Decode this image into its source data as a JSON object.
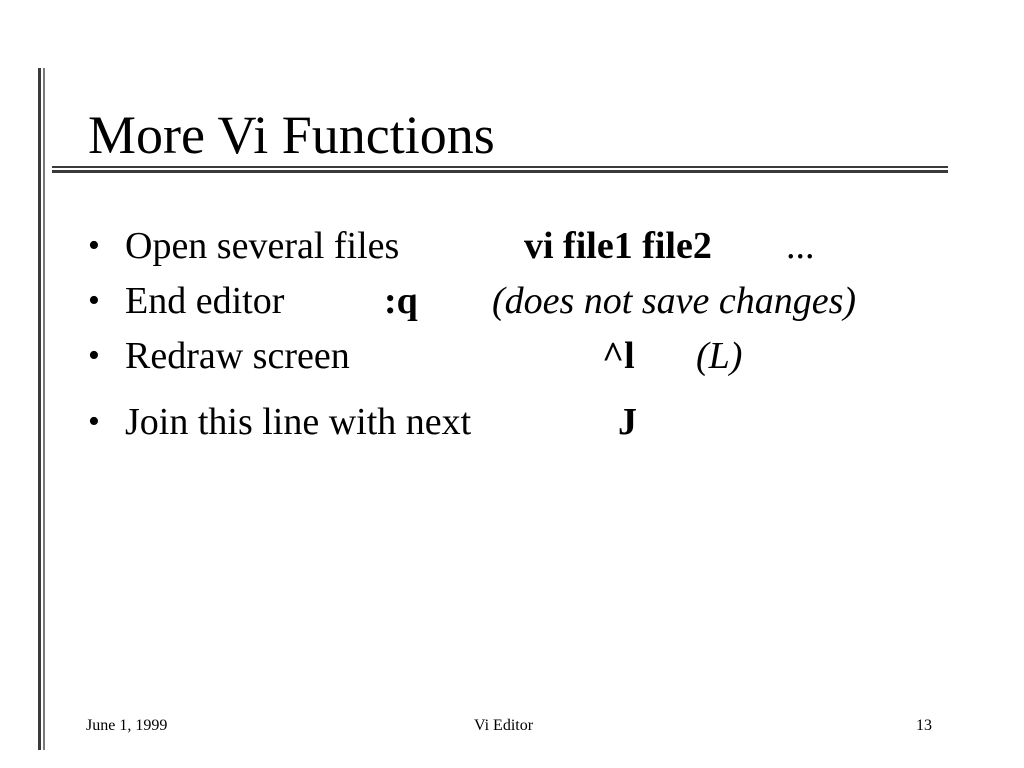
{
  "slide": {
    "title": "More Vi Functions",
    "bullets": [
      {
        "label": "Open several files",
        "command": "vi  file1  file2",
        "suffix": "..."
      },
      {
        "label": "End editor",
        "command": ":q",
        "note": "(does not save changes)"
      },
      {
        "label": "Redraw screen",
        "command": "^l",
        "note": "(L)"
      },
      {
        "label": "Join this line with next",
        "command": "J"
      }
    ],
    "bullet_glyph": "•"
  },
  "footer": {
    "date": "June 1, 1999",
    "topic": "Vi  Editor",
    "page": "13"
  }
}
